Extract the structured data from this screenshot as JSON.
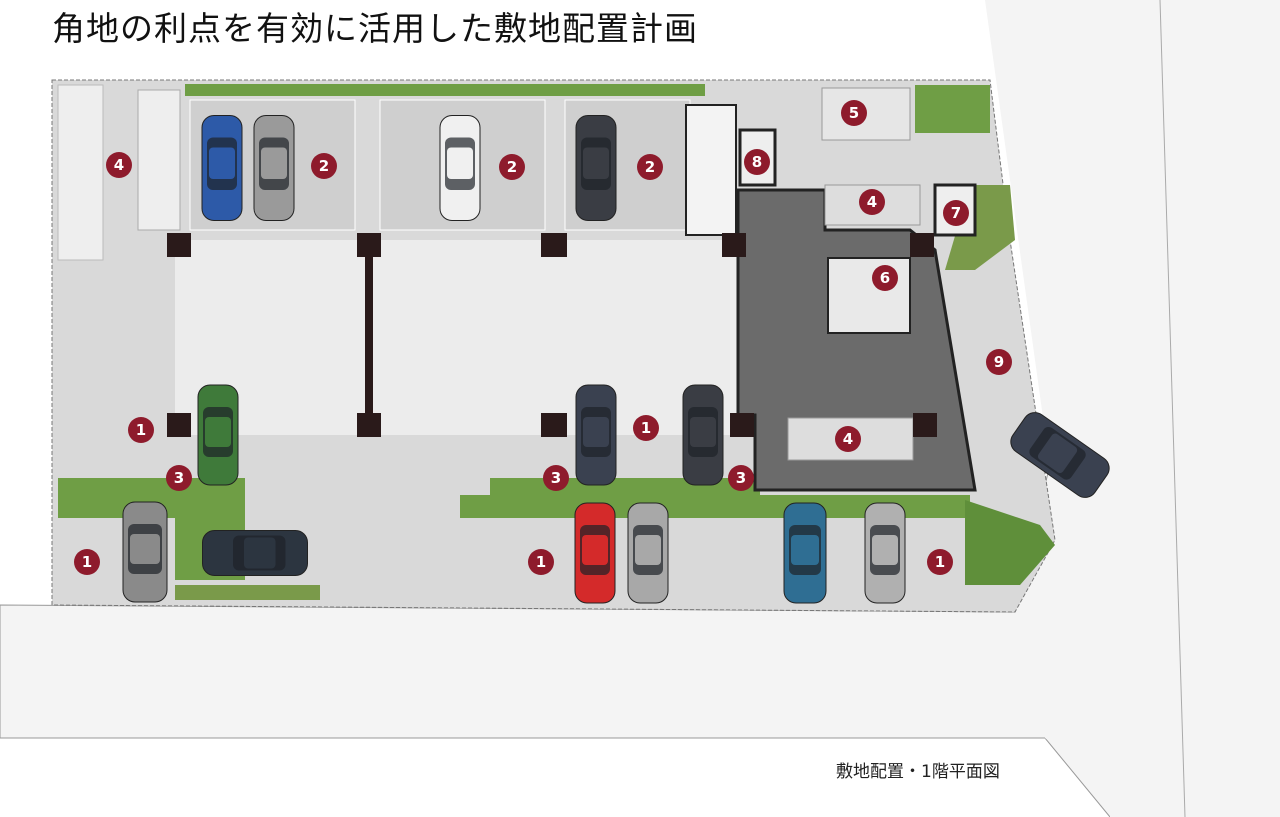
{
  "title": "角地の利点を有効に活用した敷地配置計画",
  "caption": "敷地配置・1階平面図",
  "colors": {
    "marker": "#8e1b2c",
    "grass": "#6f9e45",
    "building": "#6b6b6b",
    "paving": "#d9d9d9",
    "covered": "#ececec"
  },
  "markers": {
    "m1a": "1",
    "m1b": "1",
    "m1c": "1",
    "m1d": "1",
    "m1e": "1",
    "m2a": "2",
    "m2b": "2",
    "m2c": "2",
    "m3a": "3",
    "m3b": "3",
    "m3c": "3",
    "m4a": "4",
    "m4b": "4",
    "m4c": "4",
    "m5": "5",
    "m6": "6",
    "m7": "7",
    "m8": "8",
    "m9": "9"
  }
}
